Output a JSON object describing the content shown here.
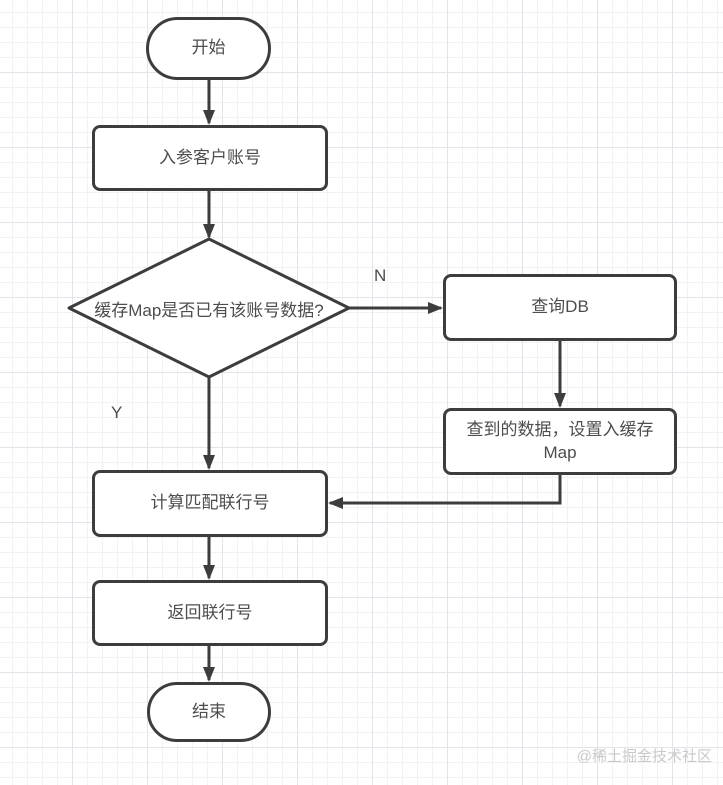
{
  "flowchart": {
    "nodes": {
      "start": {
        "label": "开始",
        "type": "terminator"
      },
      "input_account": {
        "label": "入参客户账号",
        "type": "process"
      },
      "cache_check": {
        "label": "缓存Map是否已有该账号数据?",
        "type": "decision"
      },
      "query_db": {
        "label": "查询DB",
        "type": "process"
      },
      "set_cache": {
        "label": "查到的数据，设置入缓存\nMap",
        "type": "process"
      },
      "calc_bank_no": {
        "label": "计算匹配联行号",
        "type": "process"
      },
      "return_bank_no": {
        "label": "返回联行号",
        "type": "process"
      },
      "end": {
        "label": "结束",
        "type": "terminator"
      }
    },
    "edge_labels": {
      "no": "N",
      "yes": "Y"
    },
    "colors": {
      "shape_stroke": "#3d3d3d",
      "shape_fill": "#ffffff",
      "text": "#4d4d4d",
      "grid_minor": "#f2f2f6",
      "grid_major": "#e3e3e9",
      "watermark": "#c9c9c9"
    }
  },
  "watermark": {
    "text": "@稀土掘金技术社区"
  }
}
